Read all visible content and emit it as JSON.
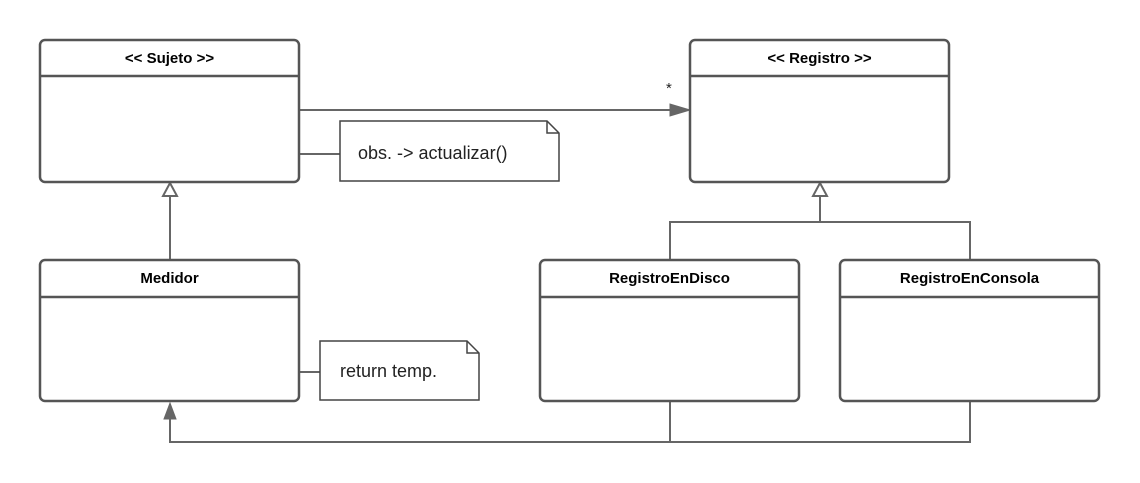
{
  "colors": {
    "stroke": "#555555",
    "line": "#666666",
    "box_fill": "#ffffff",
    "text": "#000000"
  },
  "classes": {
    "sujeto": "<< Sujeto >>",
    "registro": "<< Registro >>",
    "medidor": "Medidor",
    "registro_en_disco": "RegistroEnDisco",
    "registro_en_consola": "RegistroEnConsola"
  },
  "notes": {
    "sujeto_note": "obs. -> actualizar()",
    "medidor_note": "return temp."
  },
  "association": {
    "multiplicity": "*"
  },
  "icons": {
    "diamond": "hollow-diamond",
    "triangle": "hollow-triangle-arrowhead",
    "arrow": "open-arrowhead"
  }
}
